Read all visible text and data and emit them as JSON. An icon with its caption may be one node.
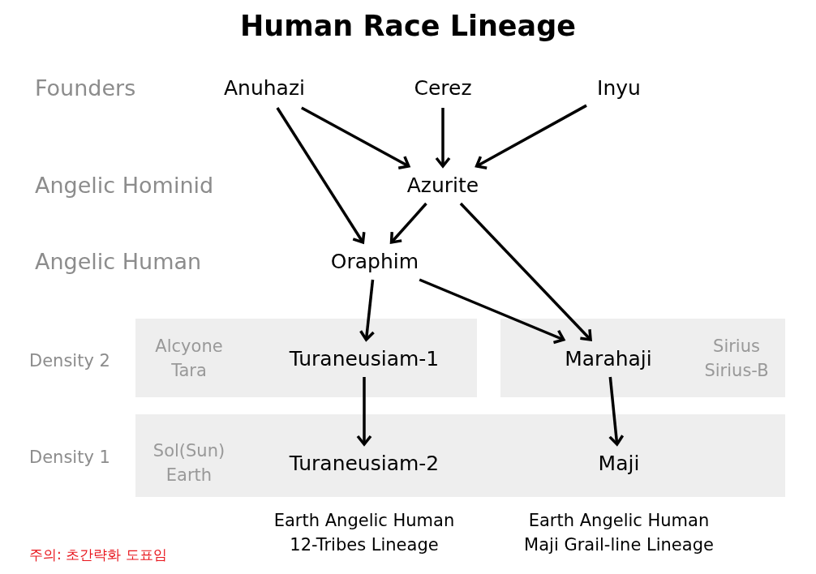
{
  "diagram": {
    "title": "Human Race Lineage",
    "nodes": [
      {
        "text": [
          "Anuhazi"
        ]
      },
      {
        "text": [
          "Cerez"
        ]
      },
      {
        "text": [
          "Inyu"
        ]
      },
      {
        "text": [
          "Azurite"
        ]
      },
      {
        "text": [
          "Oraphim"
        ]
      },
      {
        "text": [
          "Alcyone Tara"
        ],
        "beside": [
          "Density 2"
        ]
      },
      {
        "text": [
          "Turaneusiam-1"
        ],
        "in": 5
      },
      {
        "text": [
          "Sirius Sirius-B"
        ]
      },
      {
        "text": [
          "Marahaji"
        ],
        "in": 7
      },
      {
        "text": [
          "Sol(Sun) Earth"
        ],
        "beside": [
          "Density 1"
        ]
      },
      {
        "text": [
          "Turaneusiam-2"
        ],
        "in": 9,
        "beside": [
          "Earth Angelic Human 12-Tribes Lineage"
        ]
      },
      {
        "text": [
          "Maji"
        ],
        "in": 9,
        "beside": [
          "Earth Angelic Human Maji Grail-line Lineage"
        ]
      }
    ],
    "edges": [
      {
        "from": 0,
        "to": 3,
        "arrow": "to"
      },
      {
        "from": 0,
        "to": 4,
        "arrow": "to"
      },
      {
        "from": 1,
        "to": 3,
        "arrow": "to"
      },
      {
        "from": 2,
        "to": 3,
        "arrow": "to"
      },
      {
        "from": 3,
        "to": 4,
        "arrow": "to"
      },
      {
        "from": 3,
        "to": 8,
        "arrow": "to"
      },
      {
        "from": 4,
        "to": 8,
        "arrow": "to"
      },
      {
        "from": 4,
        "to": 6,
        "arrow": "to"
      },
      {
        "from": 6,
        "to": 10,
        "arrow": "to"
      },
      {
        "from": 8,
        "to": 11,
        "arrow": "to"
      }
    ],
    "labels": [
      "Founders",
      "Angelic Hominid",
      "Angelic Human",
      "주의: 초간략화 도표임"
    ]
  }
}
